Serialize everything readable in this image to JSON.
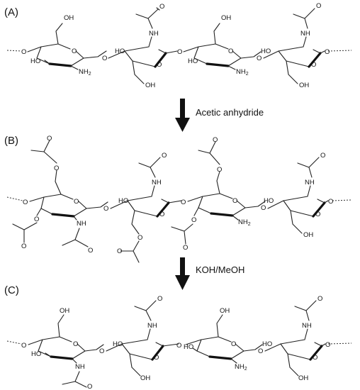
{
  "panels": [
    {
      "label": "(A)"
    },
    {
      "label": "(B)"
    },
    {
      "label": "(C)"
    }
  ],
  "reactions": [
    {
      "reagent": "Acetic anhydride"
    },
    {
      "reagent": "KOH/MeOH"
    }
  ],
  "atoms": {
    "OH": "OH",
    "HO": "HO",
    "NH2": "NH2",
    "NH": "NH",
    "O": "O",
    "Oend": "O",
    "Olead": "O"
  }
}
